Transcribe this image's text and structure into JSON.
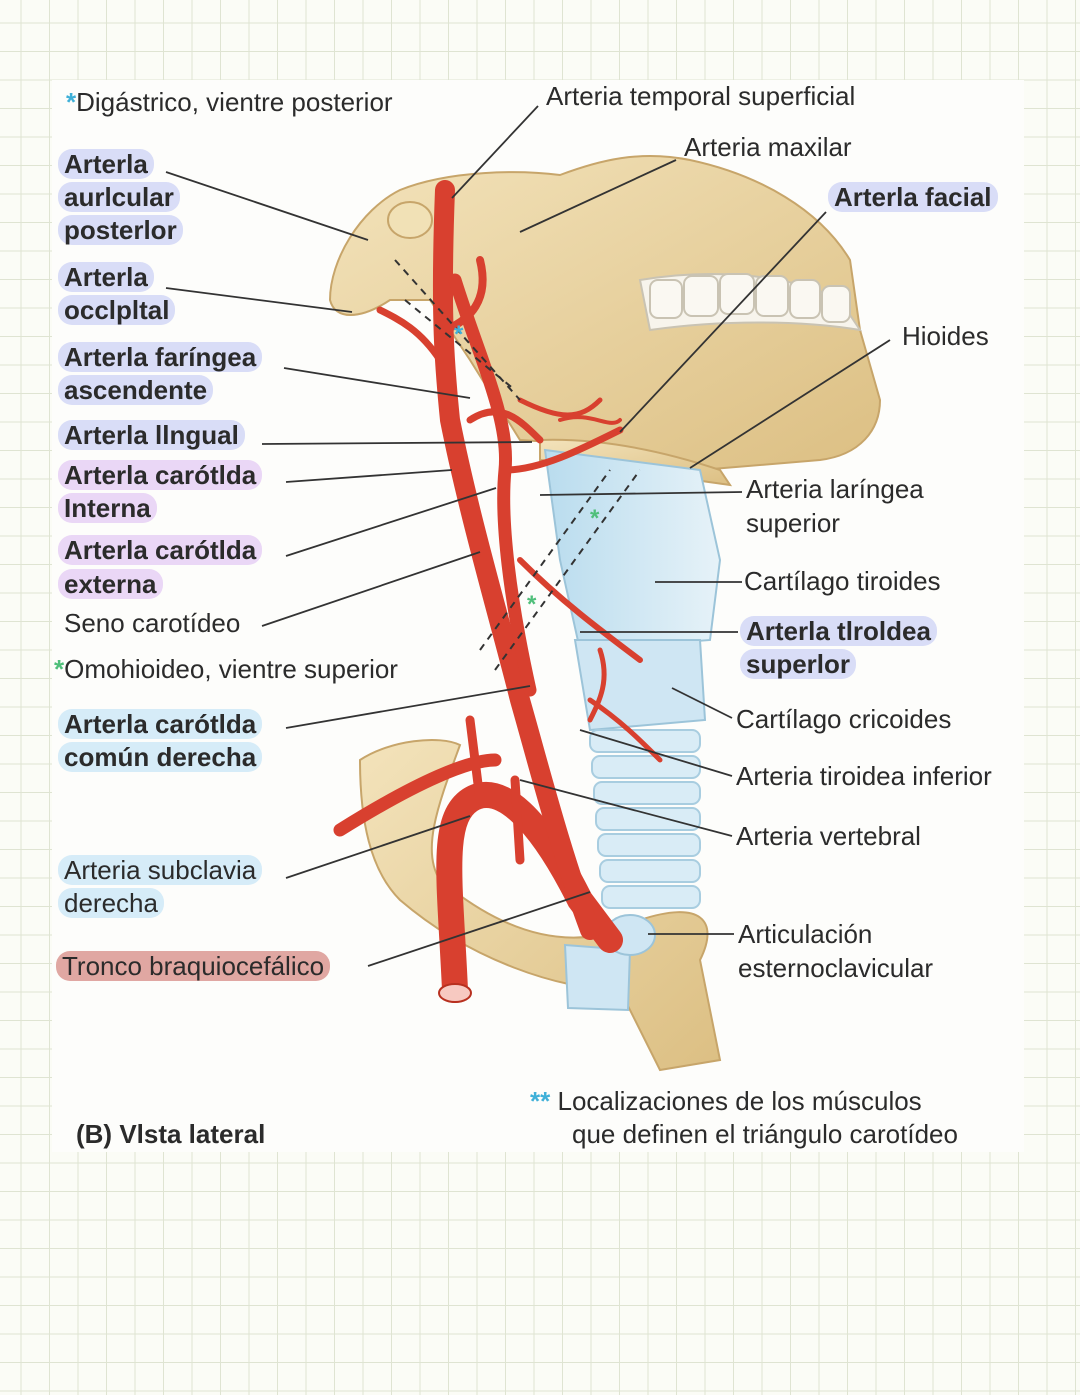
{
  "labels": {
    "digastrico": {
      "asterisk": "*",
      "text": "Digástrico, vientre posterior"
    },
    "temporal": "Arteria temporal superficial",
    "maxilar": "Arteria maxilar",
    "facial": "Arterla facial",
    "auricular": [
      "Arterla",
      "aurlcular",
      "posterlor"
    ],
    "occipital": [
      "Arterla",
      "occlpltal"
    ],
    "faringea": [
      "Arterla faríngea",
      "ascendente"
    ],
    "lingual": "Arterla llngual",
    "carotida_interna": [
      "Arterla carótlda",
      "Interna"
    ],
    "carotida_externa": [
      "Arterla carótlda",
      "externa"
    ],
    "seno": "Seno carotídeo",
    "omohioideo": {
      "asterisk": "*",
      "text": "Omohioideo, vientre superior"
    },
    "hioides": "Hioides",
    "laringea": [
      "Arteria laríngea",
      "superior"
    ],
    "tiroides": "Cartílago tiroides",
    "tiroidea_superior": [
      "Arterla tlroldea",
      "superlor"
    ],
    "cricoides": "Cartílago cricoides",
    "tiroidea_inferior": "Arteria tiroidea inferior",
    "carotida_comun": [
      "Arterla carótlda",
      "común derecha"
    ],
    "vertebral": "Arteria vertebral",
    "subclavia": [
      "Arteria subclavia",
      "derecha"
    ],
    "articulacion": [
      "Articulación",
      "esternoclavicular"
    ],
    "tronco": "Tronco braquiocefálico",
    "nota": {
      "asterisks": "**",
      "lines": [
        "Localizaciones de los músculos",
        "que definen el triángulo carotídeo"
      ]
    },
    "vista": "(B) Vlsta lateral"
  },
  "colors": {
    "artery": "#d8402f",
    "bone": "#ecd7a6",
    "cartilage": "#cfe6f3",
    "highlight_blue": "#d9ddf7",
    "highlight_purple": "#ead7f6",
    "highlight_cyan": "#d6ecf8",
    "highlight_red": "#e0a7a2",
    "asterisk_blue": "#3fb0d8",
    "asterisk_green": "#4fbf7a"
  }
}
